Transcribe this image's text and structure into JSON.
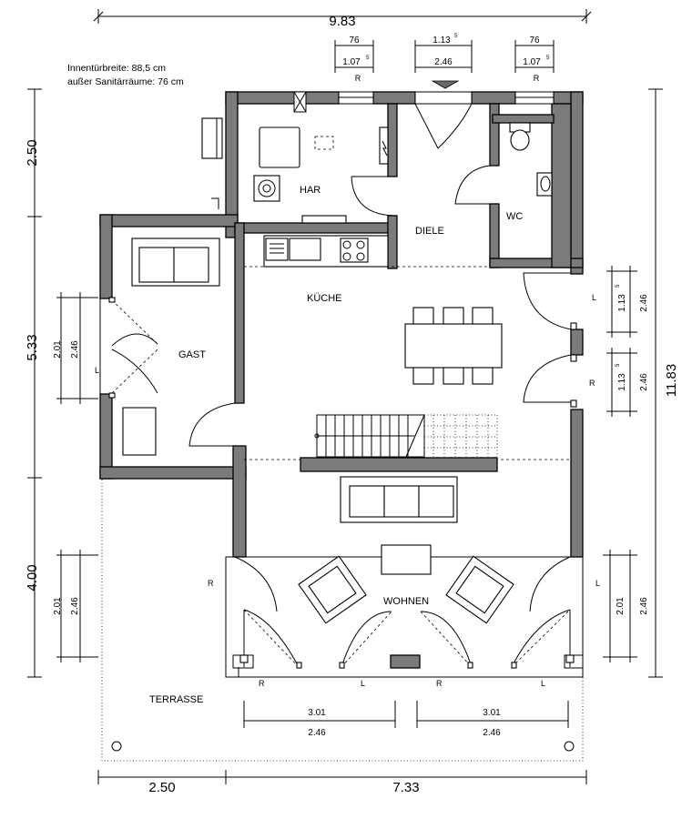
{
  "notes": {
    "line1": "Innentürbreite: 88,5 cm",
    "line2": "außer Sanitärräume: 76 cm"
  },
  "rooms": {
    "har": "HAR",
    "diele": "DIELE",
    "wc": "WC",
    "kueche": "KÜCHE",
    "gast": "GAST",
    "wohnen": "WOHNEN",
    "terrasse": "TERRASSE"
  },
  "dimensions": {
    "top_total": "9.83",
    "bottom_left": "2.50",
    "bottom_right": "7.33",
    "right_total": "11.83",
    "left_segments": [
      "2.50",
      "5.33",
      "4.00"
    ],
    "left_gast_window": {
      "a": "2.01",
      "b": "2.46"
    },
    "left_wohnen_window": {
      "a": "2.01",
      "b": "2.46"
    },
    "top_windows": [
      {
        "a": "76",
        "b": "1.07",
        "sup": "5",
        "handing": "R"
      },
      {
        "a": "1.13",
        "a_sup": "5",
        "b": "2.46",
        "handing": ""
      },
      {
        "a": "76",
        "b": "1.07",
        "sup": "5",
        "handing": "R"
      }
    ],
    "right_upper_door": {
      "a": "1.13",
      "sup": "5",
      "b": "2.46",
      "handing": "L"
    },
    "right_lower_door": {
      "a": "1.13",
      "sup": "5",
      "b": "2.46",
      "handing": "R"
    },
    "right_wohnen_window": {
      "a": "2.01",
      "b": "2.46",
      "handing": "L"
    },
    "bottom_doors": [
      {
        "a": "3.01",
        "b": "2.46",
        "left": "R",
        "right": "L"
      },
      {
        "a": "3.01",
        "b": "2.46",
        "left": "R",
        "right": "L"
      }
    ],
    "gast_handing": "L",
    "wohnen_left_handing": "R"
  }
}
